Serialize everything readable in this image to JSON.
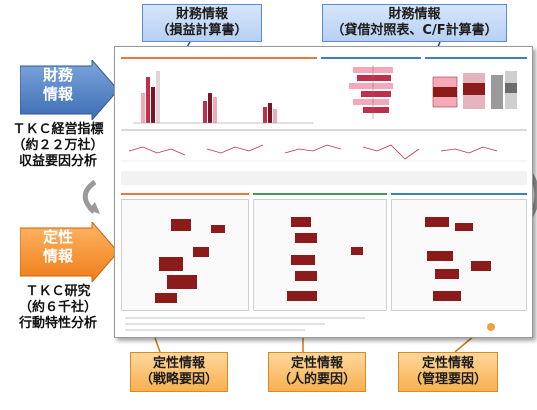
{
  "top_callouts": [
    {
      "line1": "財務情報",
      "line2": "（損益計算書）"
    },
    {
      "line1": "財務情報",
      "line2": "（貸借対照表、C/F計算書）"
    }
  ],
  "left_arrows": [
    {
      "line1": "財務",
      "line2": "情報",
      "color": "#4f81bd"
    },
    {
      "line1": "定性",
      "line2": "情報",
      "color": "#f79646"
    }
  ],
  "left_texts": [
    {
      "lines": [
        "ＴＫＣ経営指標",
        "（約２２万社）",
        "収益要因分析"
      ]
    },
    {
      "lines": [
        "ＴＫＣ研究",
        "（約６千社）",
        "行動特性分析"
      ]
    }
  ],
  "bottom_callouts": [
    {
      "line1": "定性情報",
      "line2": "（戦略要因）"
    },
    {
      "line1": "定性情報",
      "line2": "（人的要因）"
    },
    {
      "line1": "定性情報",
      "line2": "（管理要因）"
    }
  ],
  "colors": {
    "accent_blue": "#4f81bd",
    "accent_orange": "#f79646",
    "dark_red": "#8c1c1c",
    "pink": "#f5a9b8",
    "green": "#3c9b57"
  }
}
